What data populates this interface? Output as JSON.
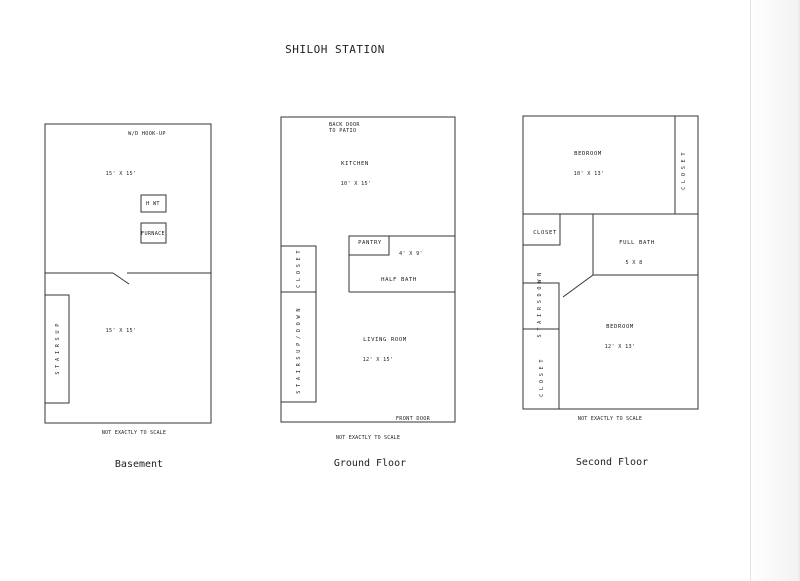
{
  "title": "SHILOH STATION",
  "basement": {
    "caption": "Basement",
    "wd_hookup": "W/D HOOK-UP",
    "upper_dim": "15'   X   15'",
    "hwt": "H WT",
    "furnace": "FURNACE",
    "lower_dim": "15'   X   15'",
    "stairs": "S T A I R S   U P",
    "note": "NOT EXACTLY TO SCALE"
  },
  "ground": {
    "caption": "Ground Floor",
    "back_door_1": "BACK DOOR",
    "back_door_2": "TO PATIO",
    "kitchen": "KITCHEN",
    "kitchen_dim": "10'   X   15'",
    "pantry": "PANTRY",
    "pantry_dim": "4'   X   9'",
    "half_bath": "HALF   BATH",
    "closet": "C L O S E T",
    "stairs": "S T A I R S   U P / D O W N",
    "living_room": "LIVING ROOM",
    "living_dim": "12'   X   15'",
    "front_door": "FRONT DOOR",
    "note": "NOT EXACTLY TO SCALE"
  },
  "second": {
    "caption": "Second Floor",
    "bedroom_1": "BEDROOM",
    "bedroom_1_dim": "10'   X   13'",
    "closet_right": "C L O S E T",
    "closet_left": "CLOSET",
    "full_bath": "FULL BATH",
    "full_bath_dim": "5  X  8",
    "stairs": "S T A I R S   D O W N",
    "bedroom_2": "BEDROOM",
    "bedroom_2_dim": "12'   X   13'",
    "closet_bottom": "C L O S E T",
    "note": "NOT EXACTLY TO SCALE"
  }
}
